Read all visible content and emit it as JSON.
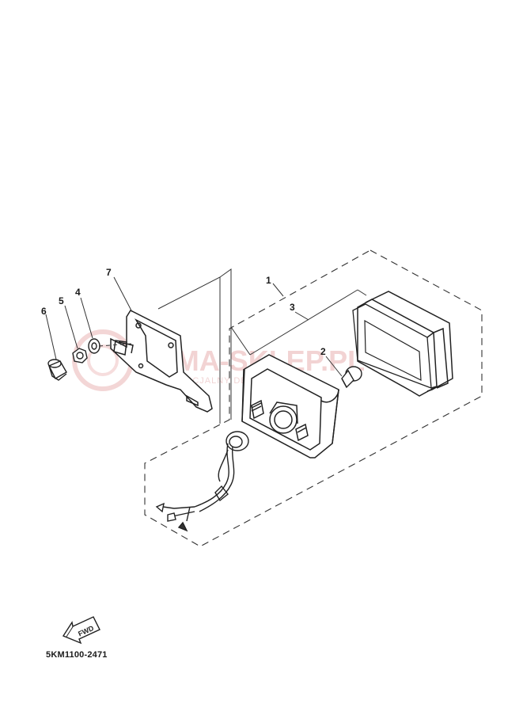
{
  "diagram": {
    "part_code": "5KM1100-2471",
    "callouts": [
      "1",
      "2",
      "3",
      "4",
      "5",
      "6",
      "7"
    ],
    "fwd_label": "FWD",
    "watermark": {
      "title": "YAMA-SKLEP.PL",
      "subtitle": "OFICJALNY DEALER YAMAHA"
    }
  }
}
